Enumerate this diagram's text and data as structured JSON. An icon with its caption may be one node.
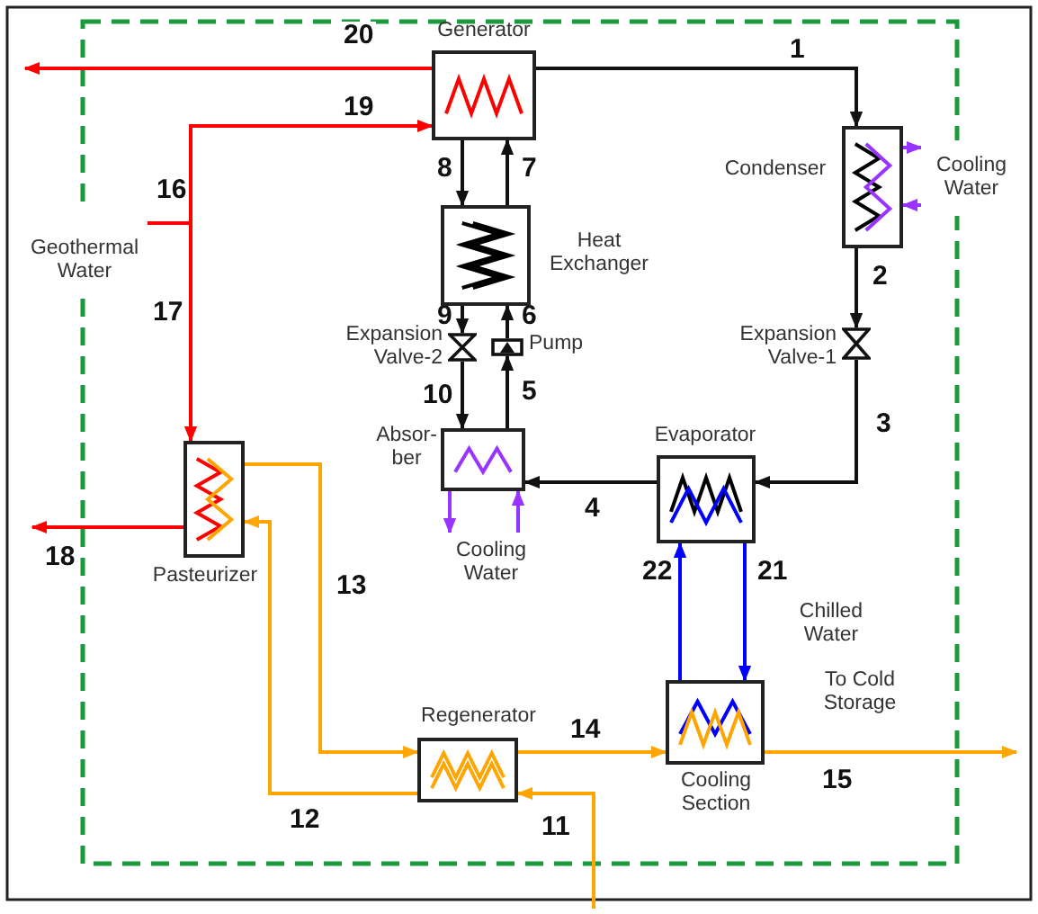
{
  "diagram": {
    "nodes": [
      {
        "text": [
          "Generator"
        ]
      },
      {
        "text": [
          "Condenser"
        ]
      },
      {
        "text": [
          "Heat Exchanger"
        ]
      },
      {
        "text": [
          "Expansion Valve-2"
        ]
      },
      {
        "text": [
          "Pump"
        ]
      },
      {
        "text": [
          "Expansion Valve-1"
        ]
      },
      {
        "text": [
          "Absor- ber"
        ]
      },
      {
        "text": [
          "Evaporator"
        ]
      },
      {
        "text": [
          "Cooling Water"
        ]
      },
      {
        "text": [
          "Geothermal Water"
        ]
      },
      {
        "text": [
          "Cooling Water"
        ]
      },
      {
        "text": [
          "Pasteurizer"
        ]
      },
      {
        "text": [
          "Regenerator"
        ]
      },
      {
        "text": [
          "Cooling Section"
        ]
      }
    ],
    "edges": [
      {
        "from": 0,
        "to": 1,
        "arrow": "to",
        "label": "1"
      },
      {
        "from": 1,
        "to": 5,
        "arrow": "to",
        "label": "2"
      },
      {
        "from": 5,
        "to": 7,
        "arrow": "to",
        "label": "3"
      },
      {
        "from": 7,
        "to": 6,
        "arrow": "to",
        "label": "4"
      },
      {
        "from": 6,
        "to": 4,
        "arrow": "to",
        "label": "5"
      },
      {
        "from": 4,
        "to": 2,
        "arrow": "to",
        "label": "6"
      },
      {
        "from": 2,
        "to": 0,
        "arrow": "to",
        "label": "7"
      },
      {
        "from": 0,
        "to": 2,
        "arrow": "to",
        "label": "8"
      },
      {
        "from": 2,
        "to": 3,
        "arrow": "to",
        "label": "9"
      },
      {
        "from": 3,
        "to": 6,
        "arrow": "to",
        "label": "10"
      },
      {
        "from": null,
        "to": 12,
        "arrow": "to",
        "label": "11",
        "color": "#ffa500"
      },
      {
        "from": 12,
        "to": 11,
        "arrow": "to",
        "label": "12",
        "color": "#ffa500"
      },
      {
        "from": 11,
        "to": 12,
        "arrow": "to",
        "label": "13",
        "color": "#ffa500"
      },
      {
        "from": 12,
        "to": 13,
        "arrow": "to",
        "label": "14",
        "color": "#ffa500"
      },
      {
        "from": 13,
        "to": null,
        "arrow": "to",
        "label": "15",
        "color": "#ffa500"
      },
      {
        "from": 9,
        "to": 0,
        "arrow": "to",
        "label": "19",
        "color": "#ff0000"
      },
      {
        "from": 9,
        "to": 11,
        "arrow": "to",
        "label": "17",
        "color": "#ff0000"
      },
      {
        "from": 11,
        "to": null,
        "arrow": "to",
        "label": "18",
        "color": "#ff0000"
      },
      {
        "from": 0,
        "to": null,
        "arrow": "to",
        "label": "20",
        "color": "#ff0000"
      },
      {
        "from": 7,
        "to": 13,
        "arrow": "to",
        "label": "21",
        "color": "#0000ff"
      },
      {
        "from": 13,
        "to": 7,
        "arrow": "to",
        "label": "22",
        "color": "#0000ff"
      },
      {
        "from": 8,
        "to": 1,
        "arrow": "to",
        "color": "#9933ff"
      },
      {
        "from": 1,
        "to": 8,
        "arrow": "to",
        "color": "#9933ff"
      },
      {
        "from": 6,
        "to": 10,
        "arrow": "to",
        "color": "#9933ff"
      },
      {
        "from": 10,
        "to": 6,
        "arrow": "to",
        "color": "#9933ff"
      }
    ],
    "labels": [
      "16",
      "Chilled Water",
      "To Cold Storage"
    ]
  }
}
